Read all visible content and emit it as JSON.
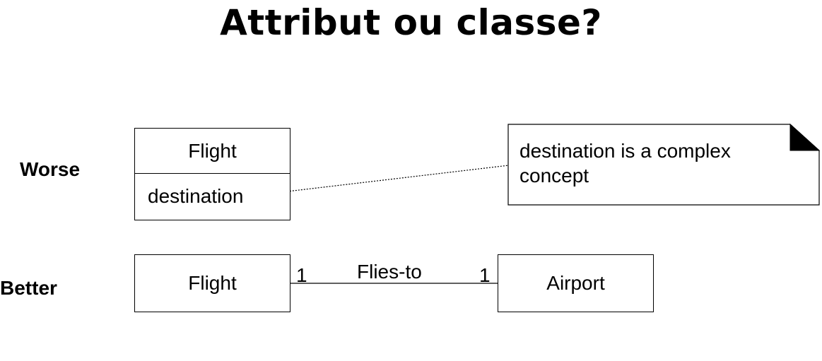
{
  "title": "Attribut ou classe?",
  "worse": {
    "label": "Worse",
    "class_name": "Flight",
    "attribute": "destination",
    "note": "destination is a complex concept"
  },
  "better": {
    "label": "Better",
    "source_class": "Flight",
    "target_class": "Airport",
    "association": "Flies-to",
    "source_multiplicity": "1",
    "target_multiplicity": "1"
  }
}
